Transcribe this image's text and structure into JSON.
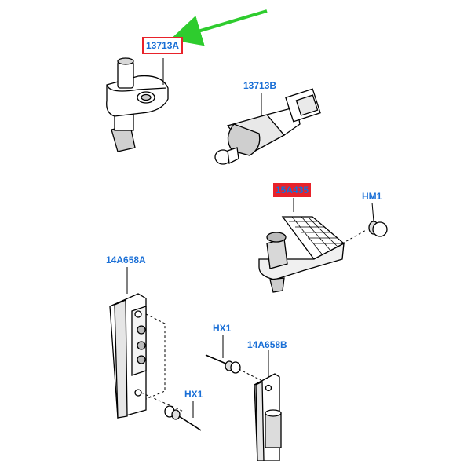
{
  "labels": {
    "switch_13713A": "13713A",
    "switch_13713B": "13713B",
    "bracket_15A435": "15A435",
    "screw_HM1": "HM1",
    "striker_14A658A": "14A658A",
    "screw_HX1_upper": "HX1",
    "striker_14A658B": "14A658B",
    "screw_HX1_lower": "HX1"
  },
  "colors": {
    "label_text": "#1a6fd6",
    "highlight_box": "#e8222a",
    "pointer_arrow": "#2ecc2e",
    "line_art": "#000000"
  }
}
